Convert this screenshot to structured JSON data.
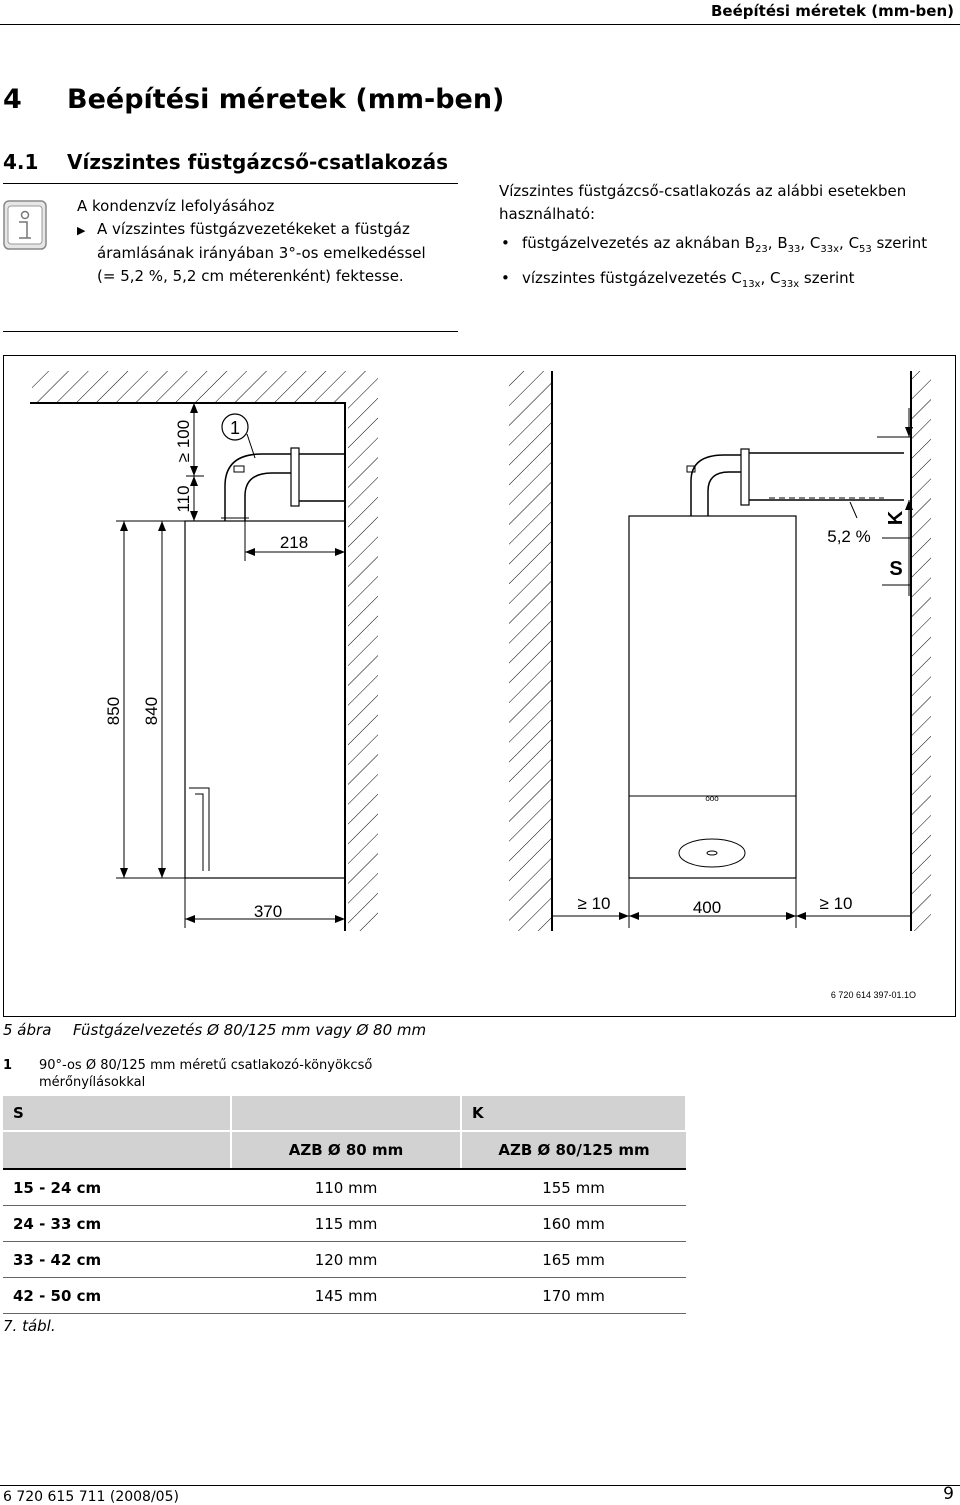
{
  "running_head": "Beépítési méretek (mm-ben)",
  "heading1": {
    "number": "4",
    "title": "Beépítési méretek (mm-ben)"
  },
  "heading2": {
    "number": "4.1",
    "title": "Vízszintes füstgázcső-csatlakozás"
  },
  "note": {
    "icon": "info-icon",
    "intro": "A kondenzvíz lefolyásához",
    "bullet_icon": "triangle-right-icon",
    "item_line1": "A vízszintes füstgázvezetékeket a füstgáz",
    "item_rest": "áramlásának irányában 3°-os emelkedéssel (= 5,2 %, 5,2 cm méterenként) fektesse."
  },
  "right_column": {
    "intro": "Vízszintes füstgázcső-csatlakozás az alábbi esetekben használható:",
    "bullet1": {
      "text": "füstgázelvezetés az aknában B",
      "s1": "23",
      "t1": ", B",
      "s2": "33",
      "t2": ", C",
      "s3": "33x",
      "t3": ", C",
      "s4": "53",
      "t4": " szerint"
    },
    "bullet2": {
      "text": "vízszintes füstgázelvezetés C",
      "s1": "13x",
      "t1": ", C",
      "s2": "33x",
      "t2": " szerint"
    }
  },
  "figure": {
    "label_1": "1",
    "dim_100": "≥ 100",
    "dim_110": "110",
    "dim_218": "218",
    "dim_850": "850",
    "dim_840": "840",
    "dim_370": "370",
    "dim_ge10_left": "≥ 10",
    "dim_400": "400",
    "dim_ge10_right": "≥ 10",
    "slope": "5,2 %",
    "label_K": "K",
    "label_S": "S",
    "small_marks": "ooo",
    "code": "6 720 614 397-01.1O"
  },
  "figure_caption": {
    "number": "5 ábra",
    "text": "Füstgázelvezetés Ø 80/125 mm vagy Ø 80 mm"
  },
  "legend": {
    "key": "1",
    "line1": "90°-os Ø 80/125 mm méretű csatlakozó-könyökcső",
    "line2": "mérőnyílásokkal"
  },
  "table": {
    "header": {
      "s": "S",
      "k": "K"
    },
    "subheader": {
      "c1": "",
      "c2": "AZB Ø 80 mm",
      "c3": "AZB Ø 80/125 mm"
    },
    "rows": [
      {
        "s": "15 - 24 cm",
        "k80": "110 mm",
        "k125": "155 mm"
      },
      {
        "s": "24 - 33 cm",
        "k80": "115 mm",
        "k125": "160 mm"
      },
      {
        "s": "33 - 42 cm",
        "k80": "120 mm",
        "k125": "165 mm"
      },
      {
        "s": "42 - 50 cm",
        "k80": "145 mm",
        "k125": "170 mm"
      }
    ]
  },
  "table_caption": "7. tábl.",
  "footer": {
    "doc_number": "6 720 615 711 (2008/05)",
    "page": "9"
  }
}
